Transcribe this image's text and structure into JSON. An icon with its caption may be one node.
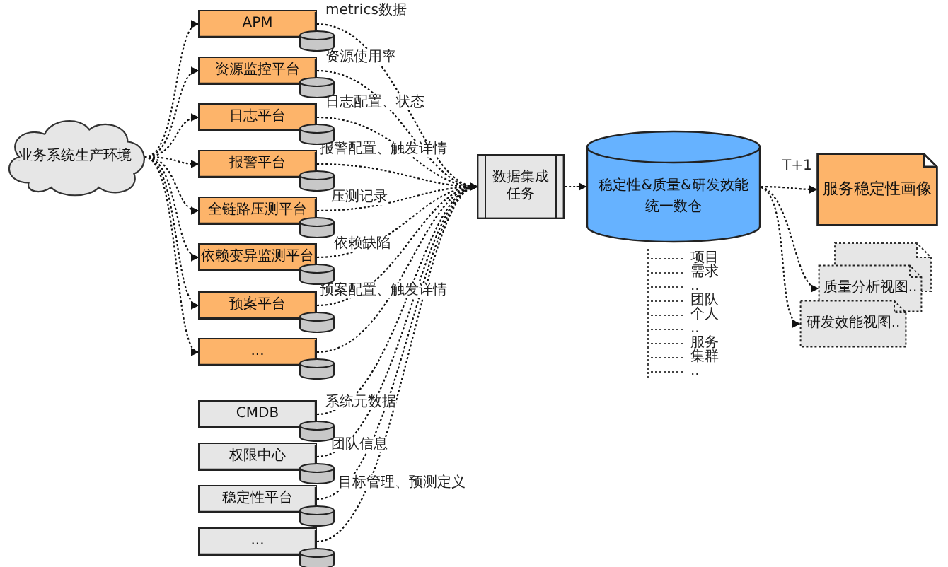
{
  "diagram": {
    "nodes": [
      {
        "text": [
          "业务系统生产环境"
        ]
      },
      {
        "text": [
          "APM"
        ]
      },
      {
        "text": [
          "资源监控平台"
        ]
      },
      {
        "text": [
          "日志平台"
        ]
      },
      {
        "text": [
          "报警平台"
        ]
      },
      {
        "text": [
          "全链路压测平台"
        ]
      },
      {
        "text": [
          "依赖变异监测平台"
        ]
      },
      {
        "text": [
          "预案平台"
        ]
      },
      {
        "text": [
          "..."
        ]
      },
      {
        "text": [
          "CMDB"
        ]
      },
      {
        "text": [
          "权限中心"
        ]
      },
      {
        "text": [
          "稳定性平台"
        ]
      },
      {
        "text": [
          "..."
        ]
      },
      {
        "text": [
          "数据集成任务"
        ]
      },
      {
        "text": [
          "稳定性&质量&研发效能统一数仓"
        ]
      },
      {
        "text": [
          "服务稳定性画像"
        ]
      },
      {
        "text": [
          "质量分析视图.."
        ]
      },
      {
        "text": [
          "研发效能视图.."
        ]
      }
    ],
    "edges": [
      {
        "from": 0,
        "to": 1,
        "arrow": "to"
      },
      {
        "from": 0,
        "to": 2,
        "arrow": "to"
      },
      {
        "from": 0,
        "to": 3,
        "arrow": "to"
      },
      {
        "from": 0,
        "to": 4,
        "arrow": "to"
      },
      {
        "from": 0,
        "to": 5,
        "arrow": "to"
      },
      {
        "from": 0,
        "to": 6,
        "arrow": "to"
      },
      {
        "from": 0,
        "to": 7,
        "arrow": "to"
      },
      {
        "from": 0,
        "to": 8,
        "arrow": "to"
      },
      {
        "from": 1,
        "to": 13,
        "arrow": "to",
        "label": "metrics数据"
      },
      {
        "from": 2,
        "to": 13,
        "arrow": "to",
        "label": "资源使用率"
      },
      {
        "from": 3,
        "to": 13,
        "arrow": "to",
        "label": "日志配置、状态"
      },
      {
        "from": 4,
        "to": 13,
        "arrow": "to",
        "label": "报警配置、触发详情"
      },
      {
        "from": 5,
        "to": 13,
        "arrow": "to",
        "label": "压测记录"
      },
      {
        "from": 6,
        "to": 13,
        "arrow": "to",
        "label": "依赖缺陷"
      },
      {
        "from": 7,
        "to": 13,
        "arrow": "to",
        "label": "预案配置、触发详情"
      },
      {
        "from": 8,
        "to": 13,
        "arrow": "to"
      },
      {
        "from": 9,
        "to": 13,
        "arrow": "to",
        "label": "系统元数据"
      },
      {
        "from": 10,
        "to": 13,
        "arrow": "to",
        "label": "团队信息"
      },
      {
        "from": 11,
        "to": 13,
        "arrow": "to",
        "label": "目标管理、预测定义"
      },
      {
        "from": 12,
        "to": 13,
        "arrow": "to"
      },
      {
        "from": 13,
        "to": 14,
        "arrow": "to"
      },
      {
        "from": 14,
        "to": 15,
        "arrow": "to",
        "label": "T+1"
      },
      {
        "from": 14,
        "to": 16,
        "arrow": "to"
      },
      {
        "from": 14,
        "to": 17,
        "arrow": "to"
      }
    ],
    "labels": [
      "项目",
      "需求",
      "..",
      "团队",
      "个人",
      "..",
      "服务",
      "集群",
      ".."
    ]
  }
}
